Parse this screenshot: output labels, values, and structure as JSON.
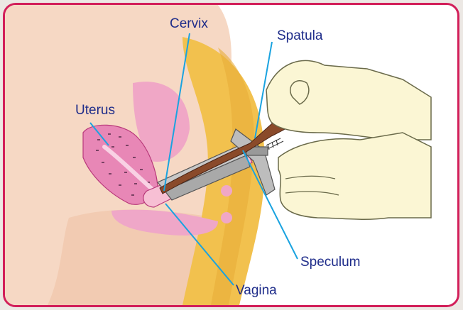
{
  "labels": {
    "cervix": "Cervix",
    "spatula": "Spatula",
    "uterus": "Uterus",
    "speculum": "Speculum",
    "vagina": "Vagina"
  },
  "colors": {
    "frame_border": "#d21f5a",
    "label_text": "#1e2c8a",
    "leader_line": "#1aa3e0",
    "skin": "#f5d2ba",
    "tissue_yellow": "#f2c14e",
    "uterus_pink": "#e76ba6",
    "spatula_brown": "#8a4a2a",
    "speculum_grey": "#b9b9b9",
    "glove": "#fbf6d4"
  },
  "icons": [
    "anatomy-cross-section",
    "gloved-hand-icon",
    "speculum-instrument",
    "spatula-instrument"
  ]
}
